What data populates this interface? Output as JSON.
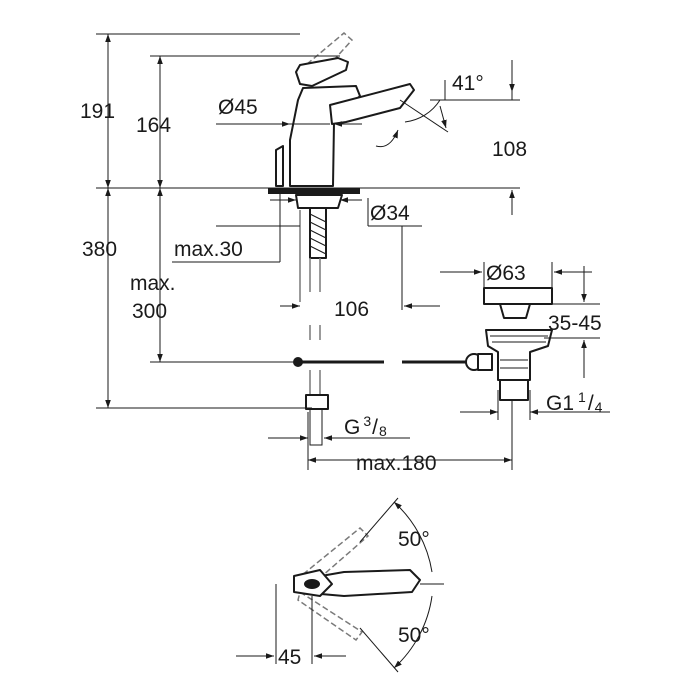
{
  "dimensions": {
    "h191": "191",
    "h164": "164",
    "dia45": "Ø45",
    "angle41": "41°",
    "h108": "108",
    "dia34": "Ø34",
    "h380": "380",
    "max30": "max.30",
    "max300_line1": "max.",
    "max300_line2": "300",
    "w106": "106",
    "dia63": "Ø63",
    "range3545": "35-45",
    "g1_main": "G1",
    "g1_num": "1",
    "g1_sep": "/",
    "g1_den": "4",
    "g38_main": "G",
    "g38_num": "3",
    "g38_sep": "/",
    "g38_den": "8",
    "max180": "max.180",
    "angle50_top": "50°",
    "angle50_bottom": "50°",
    "w45": "45"
  },
  "colors": {
    "line": "#1a1a1a",
    "hidden": "#7a7a7a",
    "background": "#ffffff"
  }
}
